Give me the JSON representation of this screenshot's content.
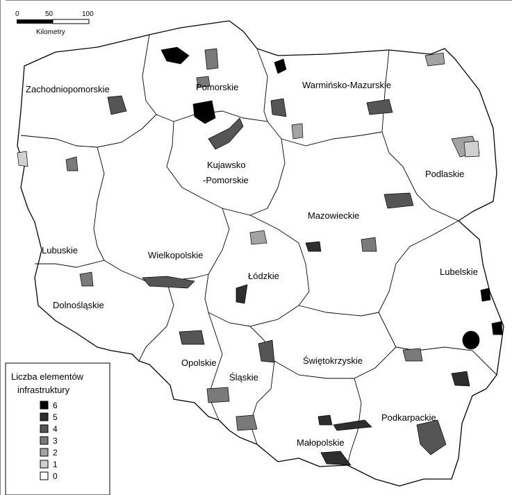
{
  "scale_bar": {
    "ticks": [
      "0",
      "50",
      "100"
    ],
    "unit_label": "Kilometry"
  },
  "regions": [
    {
      "id": "zachodniopomorskie",
      "label": "Zachodniopomorskie"
    },
    {
      "id": "pomorskie",
      "label": "Pomorskie"
    },
    {
      "id": "warminsko-mazurskie",
      "label": "Warmińsko-Mazurskie"
    },
    {
      "id": "kujawsko-pomorskie",
      "label_line1": "Kujawsko",
      "label_line2": "-Pomorskie"
    },
    {
      "id": "podlaskie",
      "label": "Podlaskie"
    },
    {
      "id": "mazowieckie",
      "label": "Mazowieckie"
    },
    {
      "id": "lubuskie",
      "label": "Lubuskie"
    },
    {
      "id": "wielkopolskie",
      "label": "Wielkopolskie"
    },
    {
      "id": "lodzkie",
      "label": "Łódzkie"
    },
    {
      "id": "lubelskie",
      "label": "Lubelskie"
    },
    {
      "id": "dolnoslaskie",
      "label": "Dolnośląskie"
    },
    {
      "id": "opolskie",
      "label": "Opolskie"
    },
    {
      "id": "swietokrzyskie",
      "label": "Świętokrzyskie"
    },
    {
      "id": "slaskie",
      "label": "Śląskie"
    },
    {
      "id": "podkarpackie",
      "label": "Podkarpackie"
    },
    {
      "id": "malopolskie",
      "label": "Małopolskie"
    }
  ],
  "legend": {
    "title_line1": "Liczba elementów",
    "title_line2": "infrastruktury",
    "classes": [
      {
        "label": "6",
        "color": "#000000"
      },
      {
        "label": "5",
        "color": "#2e2e2e"
      },
      {
        "label": "4",
        "color": "#555555"
      },
      {
        "label": "3",
        "color": "#7a7a7a"
      },
      {
        "label": "2",
        "color": "#a3a3a3"
      },
      {
        "label": "1",
        "color": "#d0d0d0"
      },
      {
        "label": "0",
        "color": "#ffffff"
      }
    ]
  }
}
